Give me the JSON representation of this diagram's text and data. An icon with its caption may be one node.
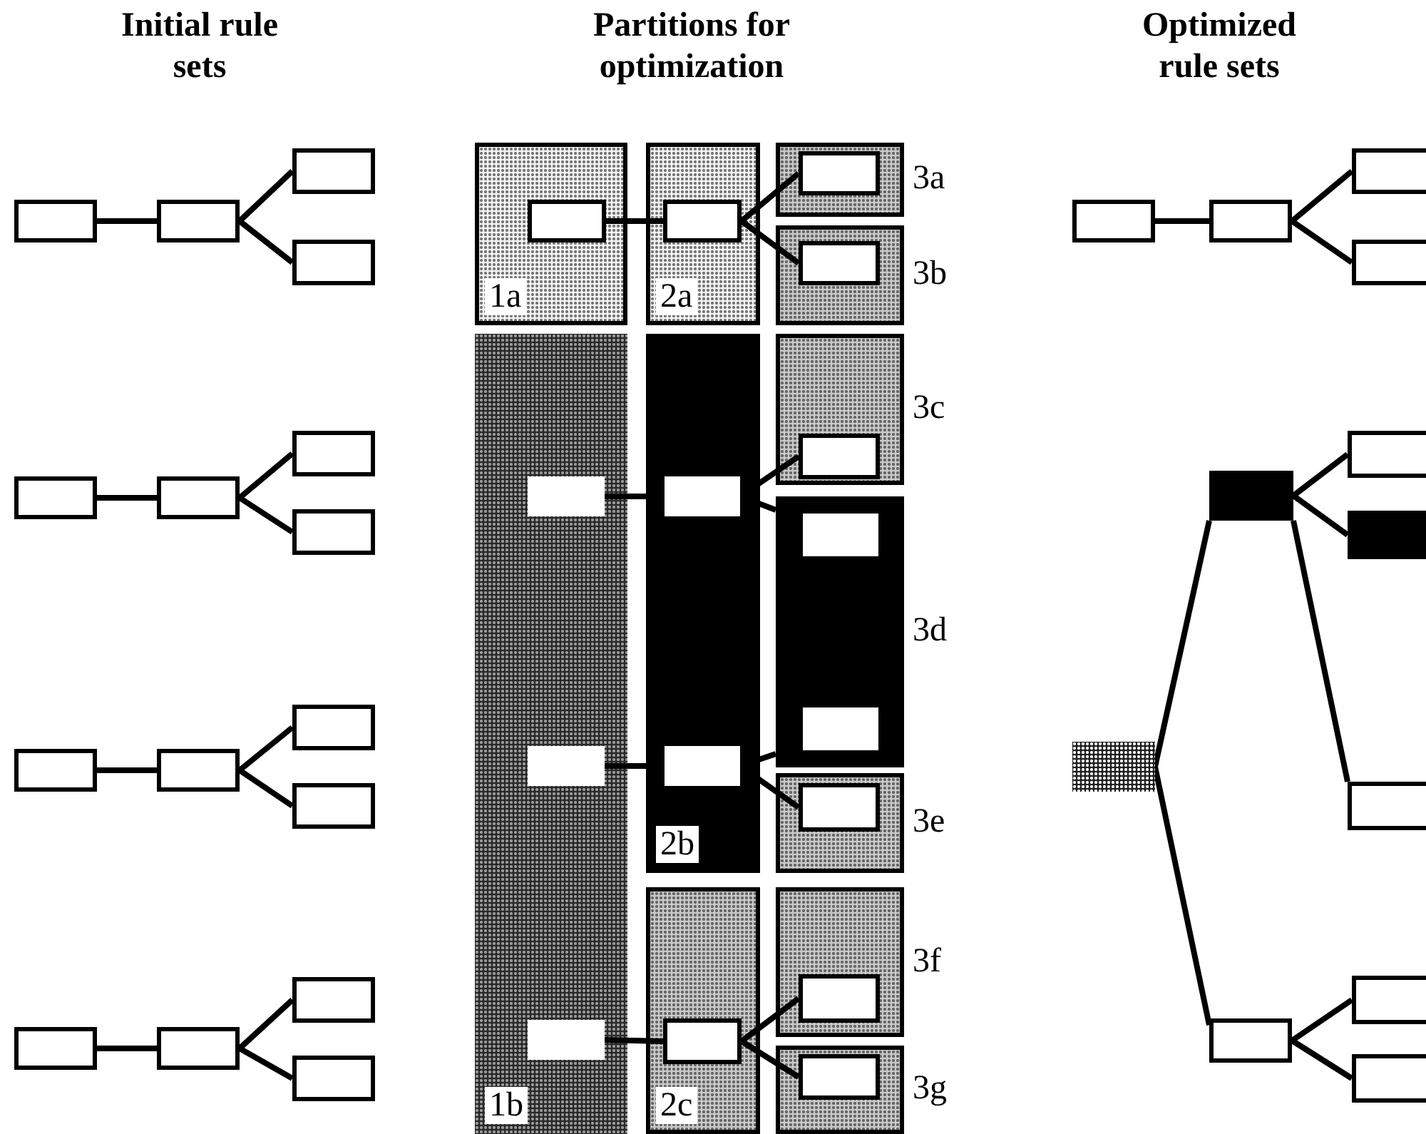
{
  "diagram": {
    "nodes": [
      {
        "text": [],
        "shape": "box"
      },
      {
        "text": [],
        "shape": "box"
      },
      {
        "text": [],
        "shape": "box"
      },
      {
        "text": [],
        "shape": "box"
      },
      {
        "text": [],
        "shape": "box"
      },
      {
        "text": [],
        "shape": "box"
      },
      {
        "text": [],
        "shape": "box"
      },
      {
        "text": [],
        "shape": "box"
      },
      {
        "text": [],
        "shape": "box"
      },
      {
        "text": [],
        "shape": "box"
      },
      {
        "text": [],
        "shape": "box"
      },
      {
        "text": [],
        "shape": "box"
      },
      {
        "text": [],
        "shape": "box"
      },
      {
        "text": [],
        "shape": "box"
      },
      {
        "text": [],
        "shape": "box"
      },
      {
        "text": [],
        "shape": "box"
      },
      {
        "text": [
          "1a"
        ]
      },
      {
        "text": [],
        "shape": "box",
        "in": 16
      },
      {
        "text": [
          "2a"
        ]
      },
      {
        "text": [],
        "shape": "box",
        "in": 18
      },
      {
        "text": [
          "3a"
        ]
      },
      {
        "text": [],
        "shape": "box",
        "in": 20
      },
      {
        "text": [
          "3b"
        ]
      },
      {
        "text": [],
        "shape": "box",
        "in": 22
      },
      {
        "text": [
          "1b"
        ]
      },
      {
        "text": [],
        "shape": "box",
        "in": 24
      },
      {
        "text": [],
        "shape": "box",
        "in": 24
      },
      {
        "text": [],
        "shape": "box",
        "in": 24
      },
      {
        "text": [
          "2b"
        ]
      },
      {
        "text": [],
        "shape": "box",
        "in": 28
      },
      {
        "text": [],
        "shape": "box",
        "in": 28
      },
      {
        "text": [
          "3c"
        ]
      },
      {
        "text": [],
        "shape": "box",
        "in": 31
      },
      {
        "text": [
          "3d"
        ]
      },
      {
        "text": [],
        "shape": "box",
        "in": 33
      },
      {
        "text": [],
        "shape": "box",
        "in": 33
      },
      {
        "text": [
          "3e"
        ]
      },
      {
        "text": [],
        "shape": "box",
        "in": 36
      },
      {
        "text": [
          "2c"
        ]
      },
      {
        "text": [],
        "shape": "box",
        "in": 38
      },
      {
        "text": [
          "3f"
        ]
      },
      {
        "text": [],
        "shape": "box",
        "in": 40
      },
      {
        "text": [
          "3g"
        ]
      },
      {
        "text": [],
        "shape": "box",
        "in": 42
      },
      {
        "text": [],
        "shape": "box"
      },
      {
        "text": [],
        "shape": "box"
      },
      {
        "text": [],
        "shape": "box"
      },
      {
        "text": [],
        "shape": "box"
      },
      {
        "text": [],
        "shape": "box"
      },
      {
        "text": [],
        "shape": "box"
      },
      {
        "text": [],
        "shape": "box"
      },
      {
        "text": [],
        "shape": "box"
      },
      {
        "text": [],
        "shape": "box"
      },
      {
        "text": [],
        "shape": "box"
      },
      {
        "text": [],
        "shape": "box"
      },
      {
        "text": [],
        "shape": "box"
      }
    ],
    "edges": [
      {
        "from": 0,
        "to": 1,
        "arrow": "none"
      },
      {
        "from": 1,
        "to": 2,
        "arrow": "none"
      },
      {
        "from": 1,
        "to": 3,
        "arrow": "none"
      },
      {
        "from": 4,
        "to": 5,
        "arrow": "none"
      },
      {
        "from": 5,
        "to": 6,
        "arrow": "none"
      },
      {
        "from": 5,
        "to": 7,
        "arrow": "none"
      },
      {
        "from": 8,
        "to": 9,
        "arrow": "none"
      },
      {
        "from": 9,
        "to": 10,
        "arrow": "none"
      },
      {
        "from": 9,
        "to": 11,
        "arrow": "none"
      },
      {
        "from": 12,
        "to": 13,
        "arrow": "none"
      },
      {
        "from": 13,
        "to": 14,
        "arrow": "none"
      },
      {
        "from": 13,
        "to": 15,
        "arrow": "none"
      },
      {
        "from": 17,
        "to": 19,
        "arrow": "none"
      },
      {
        "from": 19,
        "to": 21,
        "arrow": "none"
      },
      {
        "from": 19,
        "to": 23,
        "arrow": "none"
      },
      {
        "from": 25,
        "to": 29,
        "arrow": "none"
      },
      {
        "from": 29,
        "to": 32,
        "arrow": "none"
      },
      {
        "from": 29,
        "to": 33,
        "arrow": "none"
      },
      {
        "from": 26,
        "to": 30,
        "arrow": "none"
      },
      {
        "from": 30,
        "to": 33,
        "arrow": "none"
      },
      {
        "from": 30,
        "to": 37,
        "arrow": "none"
      },
      {
        "from": 27,
        "to": 39,
        "arrow": "none"
      },
      {
        "from": 39,
        "to": 41,
        "arrow": "none"
      },
      {
        "from": 39,
        "to": 43,
        "arrow": "none"
      },
      {
        "from": 44,
        "to": 45,
        "arrow": "none"
      },
      {
        "from": 45,
        "to": 46,
        "arrow": "none"
      },
      {
        "from": 45,
        "to": 47,
        "arrow": "none"
      },
      {
        "from": 48,
        "to": 49,
        "arrow": "none"
      },
      {
        "from": 48,
        "to": 50,
        "arrow": "none"
      },
      {
        "from": 51,
        "to": 48,
        "arrow": "none"
      },
      {
        "from": 51,
        "to": 53,
        "arrow": "none"
      },
      {
        "from": 48,
        "to": 52,
        "arrow": "none"
      },
      {
        "from": 53,
        "to": 54,
        "arrow": "none"
      },
      {
        "from": 53,
        "to": 55,
        "arrow": "none"
      }
    ],
    "labels": [
      "Initial rule sets",
      "Partitions for optimization",
      "Optimized rule sets"
    ]
  }
}
